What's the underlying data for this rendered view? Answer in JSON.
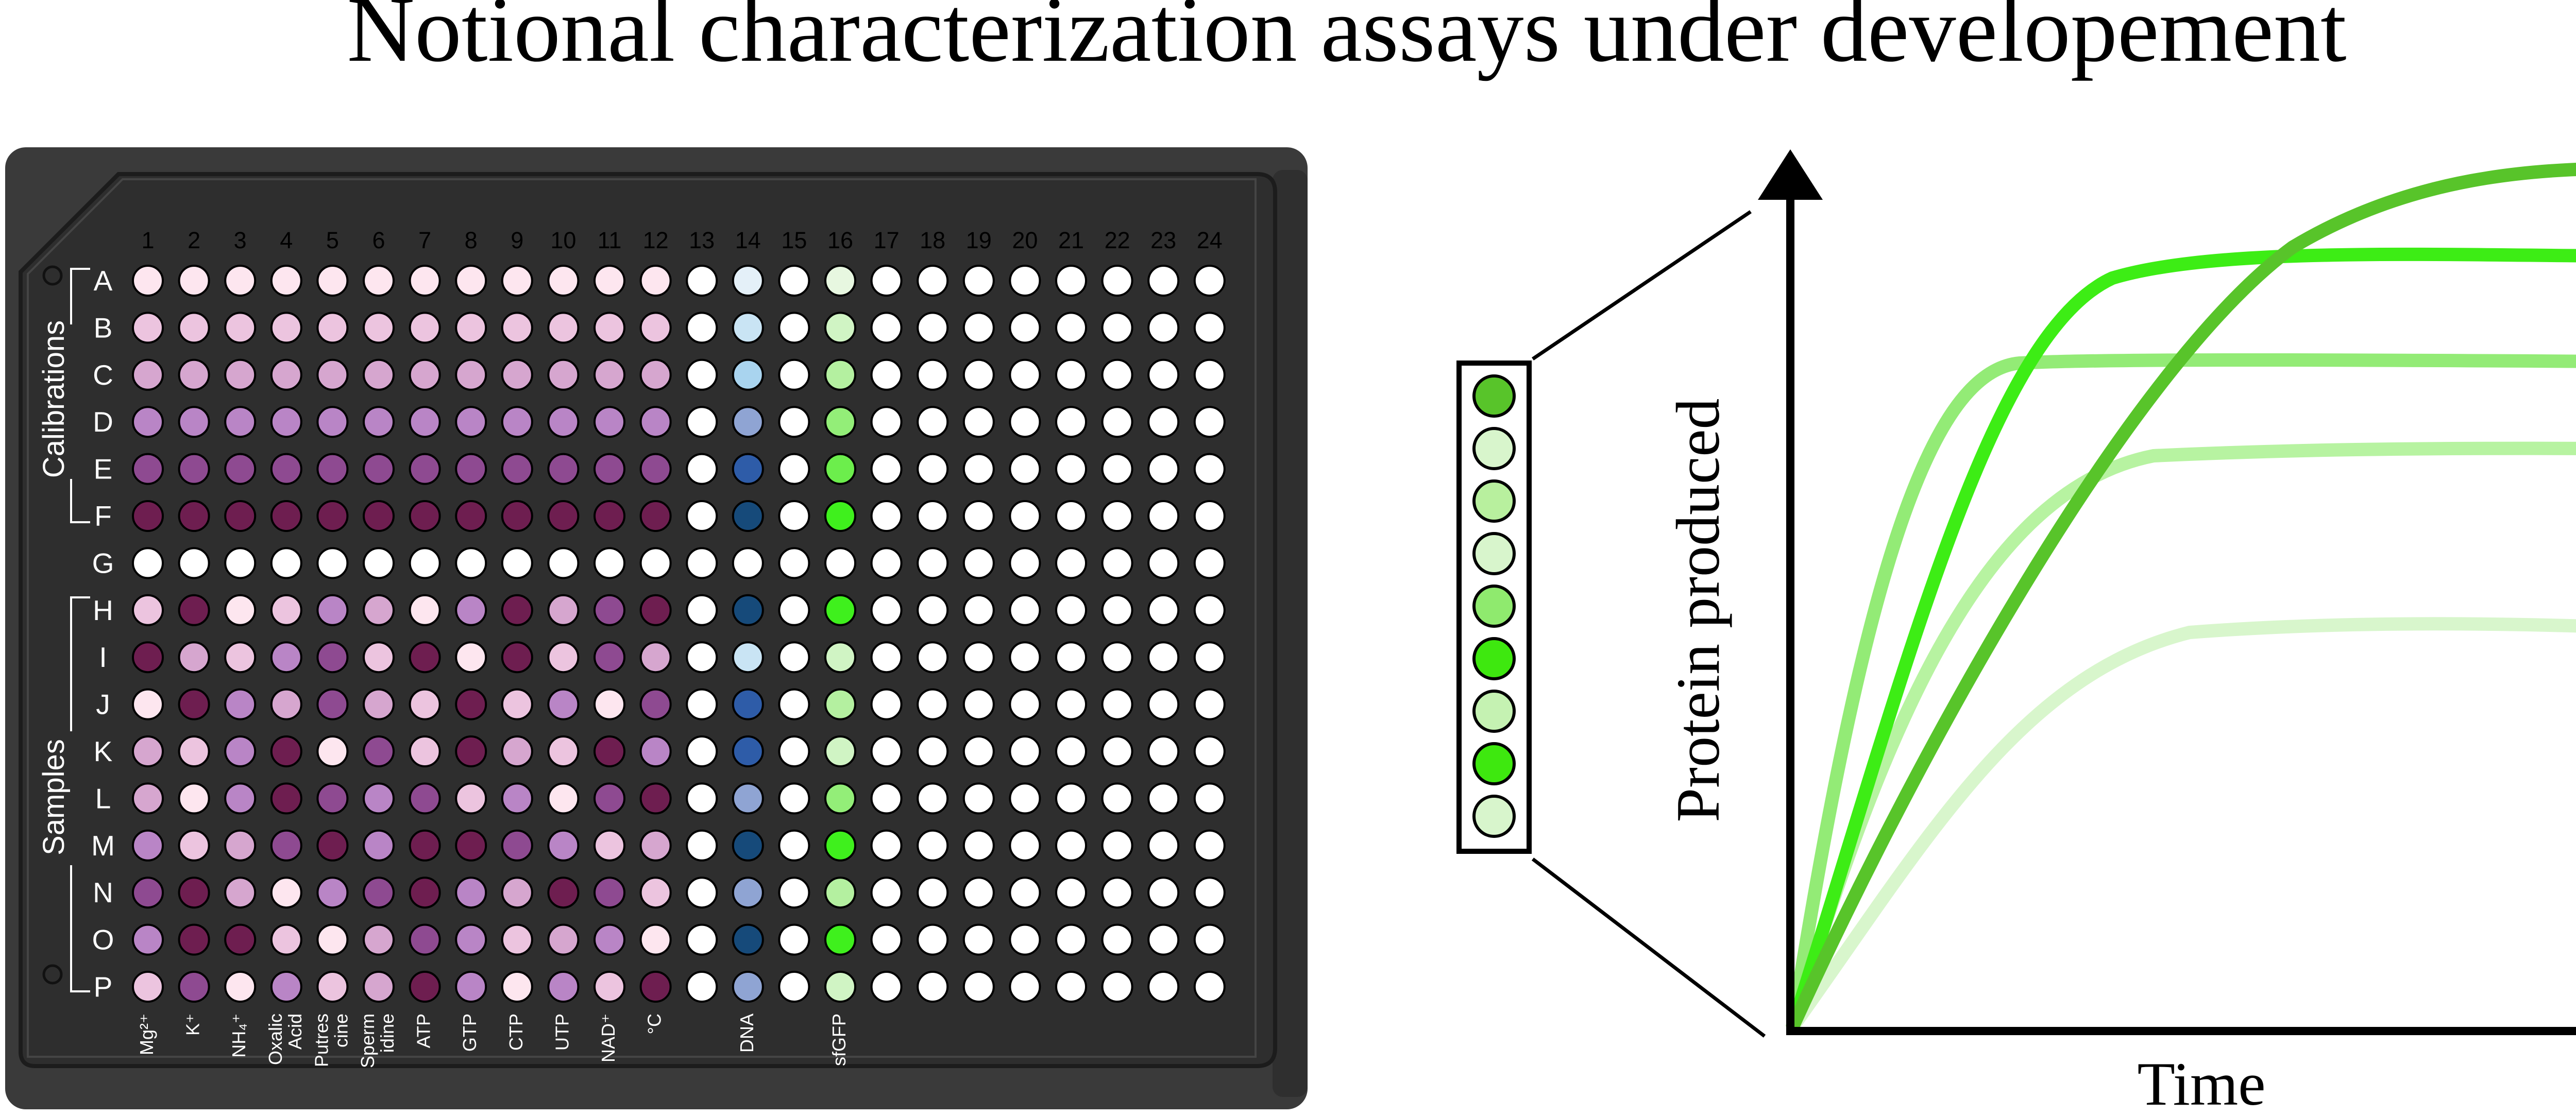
{
  "title": "Notional characterization assays under developement",
  "plate": {
    "column_numbers": [
      "1",
      "2",
      "3",
      "4",
      "5",
      "6",
      "7",
      "8",
      "9",
      "10",
      "11",
      "12",
      "13",
      "14",
      "15",
      "16",
      "17",
      "18",
      "19",
      "20",
      "21",
      "22",
      "23",
      "24"
    ],
    "row_letters": [
      "A",
      "B",
      "C",
      "D",
      "E",
      "F",
      "G",
      "H",
      "I",
      "J",
      "K",
      "L",
      "M",
      "N",
      "O",
      "P"
    ],
    "group_labels": {
      "calibrations": "Calibrations",
      "samples": "Samples"
    },
    "reagent_labels": [
      {
        "col": 1,
        "lines": [
          "Mg²⁺"
        ]
      },
      {
        "col": 2,
        "lines": [
          "K⁺"
        ]
      },
      {
        "col": 3,
        "lines": [
          "NH₄⁺"
        ]
      },
      {
        "col": 4,
        "lines": [
          "Oxalic",
          "Acid"
        ]
      },
      {
        "col": 5,
        "lines": [
          "Putres",
          "cine"
        ]
      },
      {
        "col": 6,
        "lines": [
          "Sperm",
          "idine"
        ]
      },
      {
        "col": 7,
        "lines": [
          "ATP"
        ]
      },
      {
        "col": 8,
        "lines": [
          "GTP"
        ]
      },
      {
        "col": 9,
        "lines": [
          "CTP"
        ]
      },
      {
        "col": 10,
        "lines": [
          "UTP"
        ]
      },
      {
        "col": 11,
        "lines": [
          "NAD⁺"
        ]
      },
      {
        "col": 12,
        "lines": [
          "°C"
        ]
      },
      {
        "col": 14,
        "lines": [
          "DNA"
        ]
      },
      {
        "col": 16,
        "lines": [
          "sfGFP"
        ]
      }
    ],
    "purple_palette": [
      "#fde6ef",
      "#ecc4df",
      "#d6a6cf",
      "#b985c6",
      "#8e4a91",
      "#6e1e50"
    ],
    "blue_palette": [
      "#e4f0f8",
      "#c9e4f4",
      "#a9d4ef",
      "#8fa4d3",
      "#2e5ca8",
      "#164a7a"
    ],
    "green_palette": [
      "#e7f7e0",
      "#d0f4c4",
      "#b4f0a0",
      "#93ee78",
      "#6cee4c",
      "#3ff01d"
    ],
    "sample_pattern": [
      [
        1,
        5,
        0,
        1,
        3,
        2,
        0,
        3,
        5,
        2,
        4,
        5
      ],
      [
        5,
        2,
        1,
        3,
        4,
        1,
        5,
        0,
        5,
        1,
        4,
        2
      ],
      [
        0,
        5,
        3,
        2,
        4,
        2,
        1,
        5,
        1,
        3,
        0,
        4
      ],
      [
        2,
        1,
        3,
        5,
        0,
        4,
        1,
        5,
        2,
        1,
        5,
        3
      ],
      [
        2,
        0,
        3,
        5,
        4,
        3,
        4,
        1,
        3,
        0,
        4,
        5
      ],
      [
        3,
        1,
        2,
        4,
        5,
        3,
        5,
        5,
        4,
        3,
        1,
        2
      ],
      [
        4,
        5,
        2,
        0,
        3,
        4,
        5,
        3,
        2,
        5,
        4,
        1
      ],
      [
        3,
        5,
        5,
        1,
        0,
        2,
        4,
        3,
        1,
        2,
        3,
        0
      ],
      [
        1,
        4,
        0,
        3,
        1,
        2,
        5,
        3,
        0,
        3,
        1,
        5
      ]
    ],
    "sample_dna": [
      5,
      1,
      4,
      4,
      3,
      5,
      3,
      5,
      3
    ],
    "sample_gfp": [
      5,
      1,
      2,
      1,
      3,
      5,
      2,
      5,
      1
    ]
  },
  "tube": {
    "well_colors": [
      "#58c42a",
      "#d8f5cc",
      "#b8f09e",
      "#d8f5cc",
      "#8fea6e",
      "#3ee80f",
      "#c5f2b2",
      "#3ee80f",
      "#d8f5cc"
    ]
  },
  "chart_data": {
    "type": "line",
    "xlabel": "Time",
    "ylabel": "Protein produced",
    "series": [
      {
        "color": "#3ded15"
      },
      {
        "color": "#93eb76"
      },
      {
        "color": "#58c42a"
      },
      {
        "color": "#b7f3a1"
      },
      {
        "color": "#d8f6cc"
      }
    ],
    "grid": false
  }
}
